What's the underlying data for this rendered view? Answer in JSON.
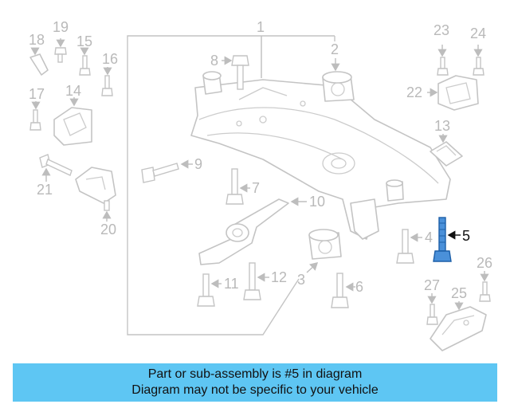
{
  "diagram": {
    "callouts": [
      "1",
      "2",
      "3",
      "4",
      "5",
      "6",
      "7",
      "8",
      "9",
      "10",
      "11",
      "12",
      "13",
      "14",
      "15",
      "16",
      "17",
      "18",
      "19",
      "20",
      "21",
      "22",
      "23",
      "24",
      "25",
      "26",
      "27"
    ],
    "highlighted_part": "5",
    "highlight_color": "#2f7fd0",
    "line_color": "#c4c4c4"
  },
  "banner": {
    "line1": "Part or sub-assembly is #5 in diagram",
    "line2": "Diagram may not be specific to your vehicle",
    "background": "#5ec6f3"
  }
}
